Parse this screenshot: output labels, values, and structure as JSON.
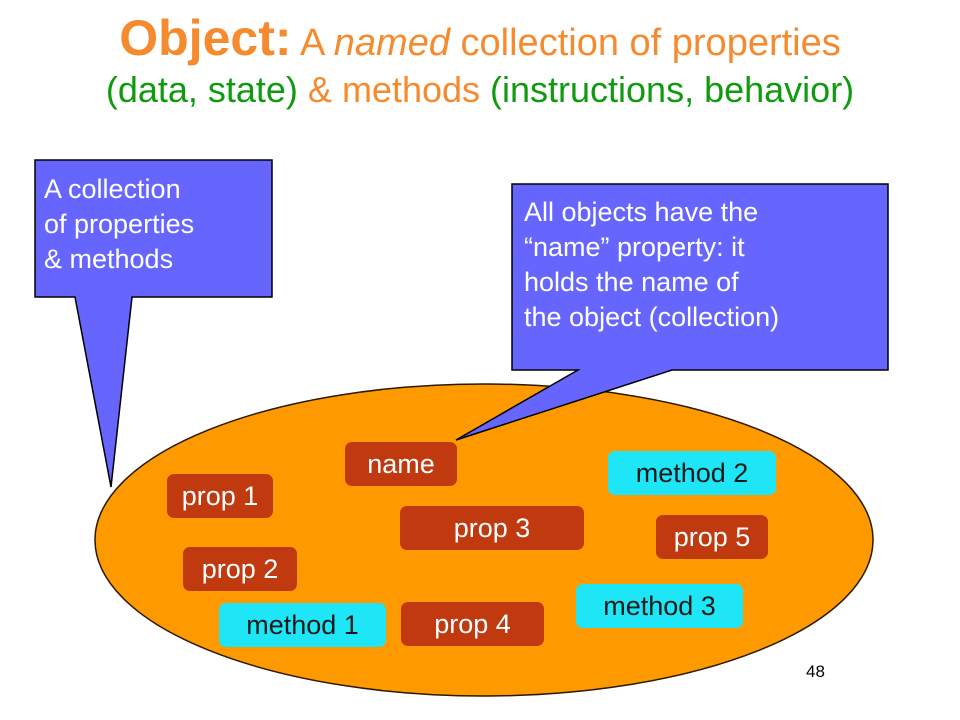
{
  "colors": {
    "title_orange": "#f58a2e",
    "title_green": "#0f9a0f",
    "ellipse": "#ff9900",
    "callout": "#6666ff",
    "prop_fill": "#c0390f",
    "method_fill": "#1ee6f7"
  },
  "title": {
    "word": "Object:",
    "text_a": "A ",
    "text_named": "named",
    "text_b": " collection of properties",
    "line2_a": "(data, state)",
    "line2_b": " & methods ",
    "line2_c": "(instructions, behavior)"
  },
  "callouts": {
    "left": {
      "lines": [
        "A collection",
        "of properties",
        "& methods"
      ]
    },
    "right": {
      "lines": [
        "All objects have the",
        "“name” property: it",
        "holds the name of",
        "the object (collection)"
      ]
    }
  },
  "items": {
    "name": "name",
    "prop1": "prop 1",
    "prop2": "prop 2",
    "prop3": "prop 3",
    "prop4": "prop 4",
    "prop5": "prop 5",
    "method1": "method 1",
    "method2": "method 2",
    "method3": "method 3"
  },
  "page_number": "48"
}
